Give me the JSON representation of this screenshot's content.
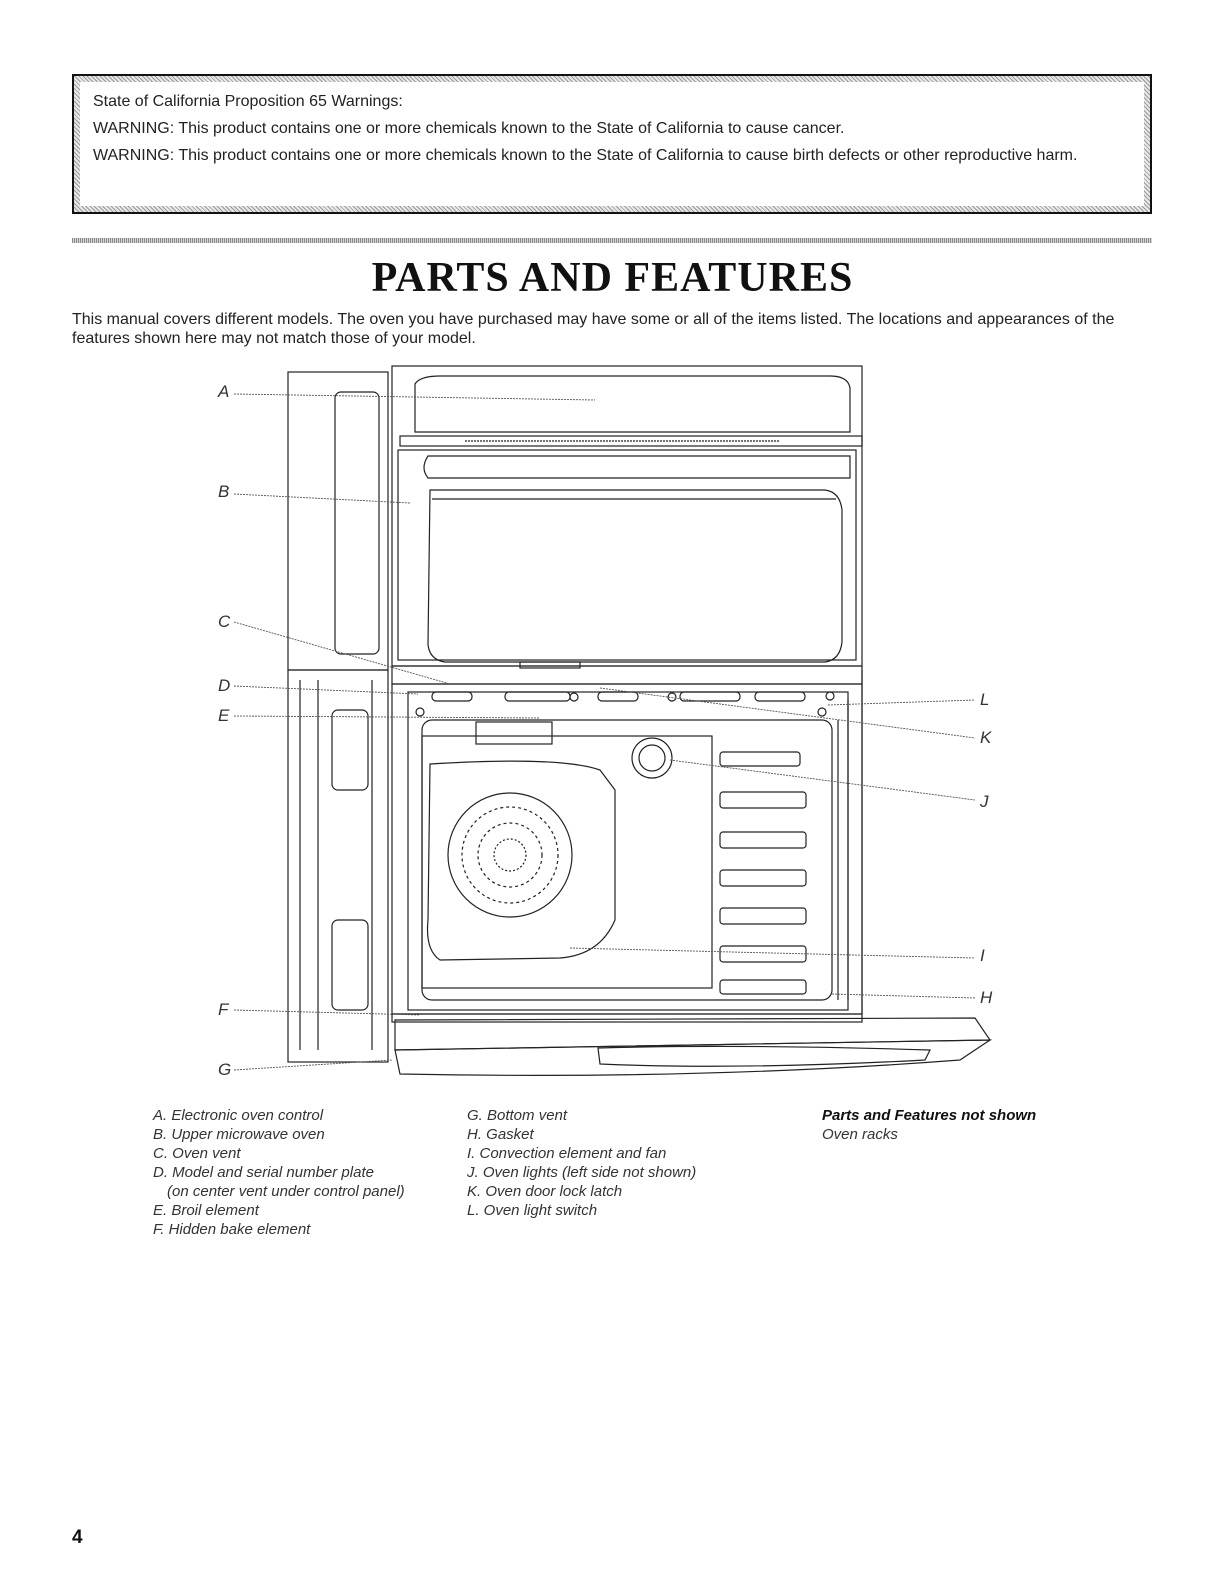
{
  "warnings": {
    "heading": "State of California Proposition 65 Warnings:",
    "cancer": "WARNING: This product contains one or more chemicals known to the State of California to cause cancer.",
    "birth_defects": "WARNING: This product contains one or more chemicals known to the State of California to cause birth defects or other reproductive harm."
  },
  "title": "PARTS AND FEATURES",
  "intro": "This manual covers different models. The oven you have purchased may have some or all of the items listed. The locations and appearances of the features shown here may not match those of your model.",
  "callouts": {
    "a": "A",
    "b": "B",
    "c": "C",
    "d": "D",
    "e": "E",
    "f": "F",
    "g": "G",
    "h": "H",
    "i": "I",
    "j": "J",
    "k": "K",
    "l": "L"
  },
  "legend": {
    "col1": [
      "A. Electronic oven control",
      "B. Upper microwave oven",
      "C. Oven vent",
      "D. Model and serial number plate",
      "(on center vent under control panel)",
      "E. Broil element",
      "F. Hidden bake element"
    ],
    "col2": [
      "G. Bottom vent",
      "H. Gasket",
      "I. Convection element and fan",
      "J. Oven lights (left side not shown)",
      "K. Oven door lock latch",
      "L. Oven light switch"
    ],
    "col3_heading": "Parts and Features not shown",
    "col3": [
      "Oven racks"
    ]
  },
  "page_number": "4"
}
